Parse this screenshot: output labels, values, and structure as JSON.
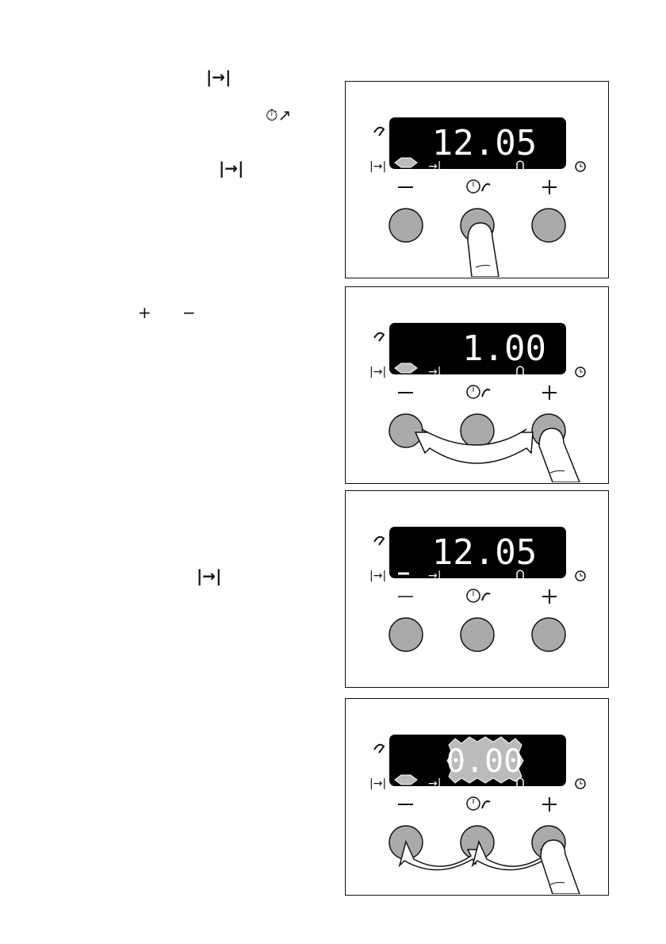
{
  "text_column": {
    "icon1_label": "|→|",
    "icon2_label": "⏱︎↗",
    "icon3_label": "|→|",
    "plus_label": "+",
    "minus_label": "−",
    "icon4_label": "|→|"
  },
  "panels": [
    {
      "display": "12.05",
      "pressed": "center",
      "symbol_left": "−",
      "symbol_right": "+",
      "end_icon": "|→|",
      "duration_icon": "→|",
      "bell_icon": "bell",
      "clock_icon": "clock"
    },
    {
      "display": "1.00",
      "pressed": "right",
      "symbol_left": "−",
      "symbol_right": "+"
    },
    {
      "display": "12.05",
      "pressed": "none",
      "symbol_left": "−",
      "symbol_right": "+"
    },
    {
      "display": "0.00",
      "pressed": "right",
      "symbol_left": "−",
      "symbol_right": "+"
    }
  ],
  "colors": {
    "display_bg": "#000000",
    "button_fill": "#aaaaaa",
    "digit": "#ffffff",
    "flash": "#bbbbbb"
  }
}
